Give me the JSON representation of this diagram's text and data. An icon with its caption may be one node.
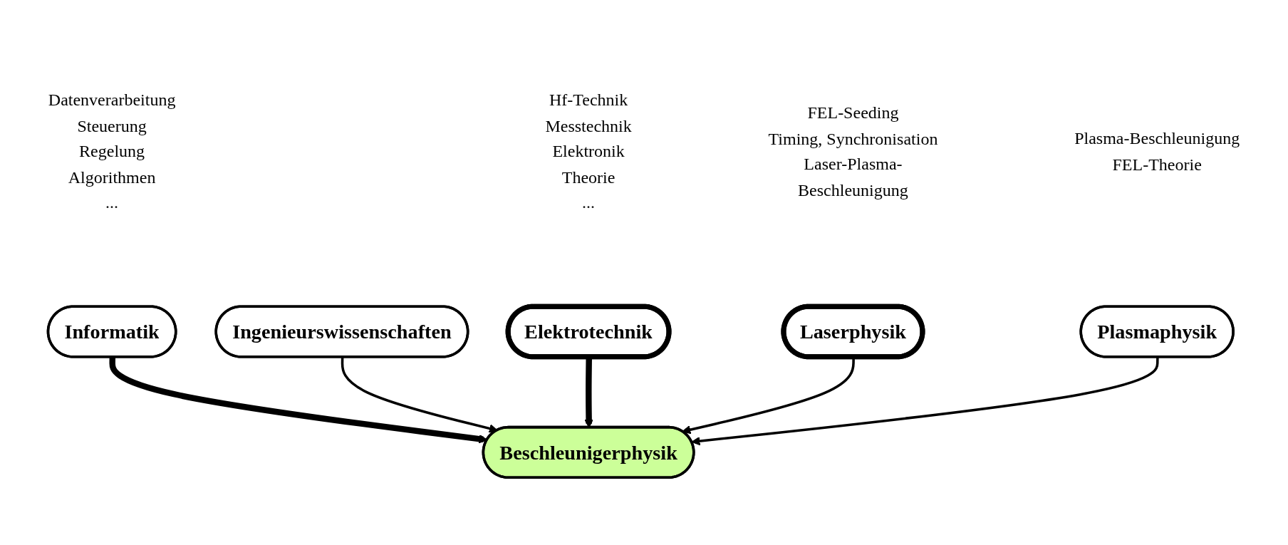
{
  "diagram": {
    "nodes": [
      {
        "text": [
          "Informatik"
        ],
        "beside": [
          "Datenverarbeitung",
          "Steuerung",
          "Regelung",
          "Algorithmen",
          "..."
        ]
      },
      {
        "text": [
          "Ingenieurswissenschaften"
        ]
      },
      {
        "text": [
          "Elektrotechnik"
        ],
        "beside": [
          "Hf-Technik",
          "Messtechnik",
          "Elektronik",
          "Theorie",
          "..."
        ]
      },
      {
        "text": [
          "Beschleunigerphysik"
        ]
      },
      {
        "text": [
          "Laserphysik"
        ],
        "beside": [
          "FEL-Seeding",
          "Timing, Synchronisation",
          "Laser-Plasma-Beschleunigung"
        ]
      },
      {
        "text": [
          "Plasmaphysik"
        ],
        "beside": [
          "Plasma-Beschleunigung",
          "FEL-Theorie"
        ]
      }
    ],
    "edges": [
      {
        "from": 0,
        "to": 3,
        "arrow": "to",
        "style": "thick"
      },
      {
        "from": 1,
        "to": 3,
        "arrow": "to"
      },
      {
        "from": 2,
        "to": 3,
        "arrow": "to",
        "style": "thick"
      },
      {
        "from": 4,
        "to": 3,
        "arrow": "to"
      },
      {
        "from": 5,
        "to": 3,
        "arrow": "to"
      }
    ]
  }
}
